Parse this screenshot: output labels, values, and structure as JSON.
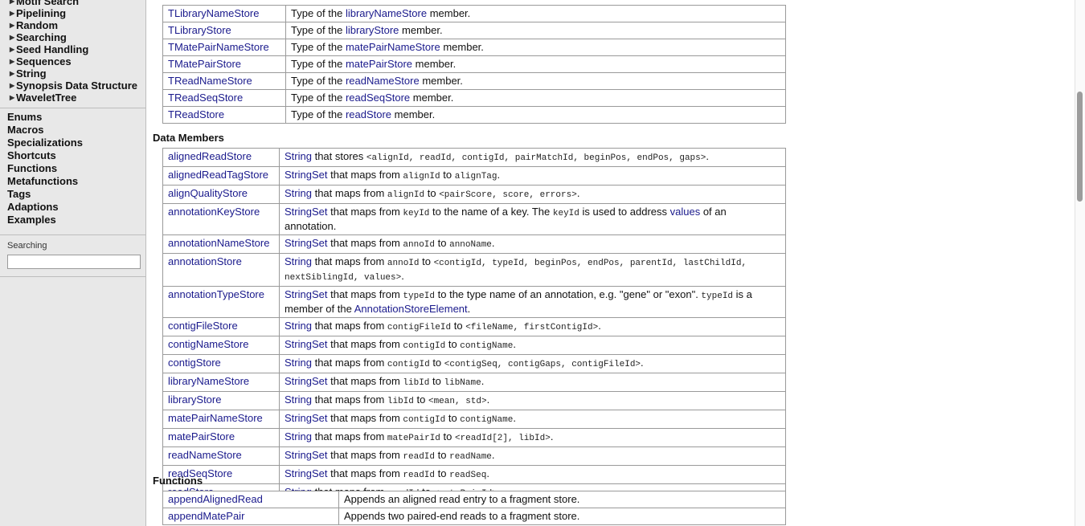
{
  "sidebar": {
    "tree": [
      {
        "label": "Motif Search"
      },
      {
        "label": "Pipelining"
      },
      {
        "label": "Random"
      },
      {
        "label": "Searching"
      },
      {
        "label": "Seed Handling"
      },
      {
        "label": "Sequences"
      },
      {
        "label": "String"
      },
      {
        "label": "Synopsis Data Structure"
      },
      {
        "label": "WaveletTree"
      }
    ],
    "categories": [
      "Enums",
      "Macros",
      "Specializations",
      "Shortcuts",
      "Functions",
      "Metafunctions",
      "Tags",
      "Adaptions",
      "Examples"
    ],
    "search": {
      "label": "Searching",
      "value": ""
    }
  },
  "typedefs_rows": [
    {
      "name": "TLibraryNameStore",
      "pre": "Type of the ",
      "link": "libraryNameStore",
      "post": " member."
    },
    {
      "name": "TLibraryStore",
      "pre": "Type of the ",
      "link": "libraryStore",
      "post": " member."
    },
    {
      "name": "TMatePairNameStore",
      "pre": "Type of the ",
      "link": "matePairNameStore",
      "post": " member."
    },
    {
      "name": "TMatePairStore",
      "pre": "Type of the ",
      "link": "matePairStore",
      "post": " member."
    },
    {
      "name": "TReadNameStore",
      "pre": "Type of the ",
      "link": "readNameStore",
      "post": " member."
    },
    {
      "name": "TReadSeqStore",
      "pre": "Type of the ",
      "link": "readSeqStore",
      "post": " member."
    },
    {
      "name": "TReadStore",
      "pre": "Type of the ",
      "link": "readStore",
      "post": " member."
    }
  ],
  "data_members_title": "Data Members",
  "data_members": [
    {
      "name": "alignedReadStore",
      "type": "String",
      "text1": " that stores ",
      "code1": "<alignId, readId, contigId, pairMatchId, beginPos, endPos, gaps>",
      "text2": ".",
      "code2": "",
      "text3": ""
    },
    {
      "name": "alignedReadTagStore",
      "type": "StringSet",
      "text1": " that maps from ",
      "code1": "alignId",
      "text2": " to ",
      "code2": "alignTag",
      "text3": "."
    },
    {
      "name": "alignQualityStore",
      "type": "String",
      "text1": " that maps from ",
      "code1": "alignId",
      "text2": " to ",
      "code2": "<pairScore, score, errors>",
      "text3": "."
    },
    {
      "name": "annotationKeyStore",
      "type": "StringSet",
      "text1": " that maps from ",
      "code1": "keyId",
      "text2": " to the name of a key. The ",
      "code2": "keyId",
      "text3": " is used to address ",
      "link": "values",
      "text4": " of an annotation."
    },
    {
      "name": "annotationNameStore",
      "type": "StringSet",
      "text1": " that maps from ",
      "code1": "annoId",
      "text2": " to ",
      "code2": "annoName",
      "text3": "."
    },
    {
      "name": "annotationStore",
      "type": "String",
      "text1": " that maps from ",
      "code1": "annoId",
      "text2": " to ",
      "code2": "<contigId, typeId, beginPos, endPos, parentId, lastChildId, nextSiblingId, values>",
      "text3": "."
    },
    {
      "name": "annotationTypeStore",
      "type": "StringSet",
      "text1": " that maps from ",
      "code1": "typeId",
      "text2": " to the type name of an annotation, e.g. \"gene\" or \"exon\". ",
      "code2": "typeId",
      "text3": " is a member of the ",
      "link": "AnnotationStoreElement",
      "text4": "."
    },
    {
      "name": "contigFileStore",
      "type": "String",
      "text1": " that maps from ",
      "code1": "contigFileId",
      "text2": " to ",
      "code2": "<fileName, firstContigId>",
      "text3": "."
    },
    {
      "name": "contigNameStore",
      "type": "StringSet",
      "text1": " that maps from ",
      "code1": "contigId",
      "text2": " to ",
      "code2": "contigName",
      "text3": "."
    },
    {
      "name": "contigStore",
      "type": "String",
      "text1": " that maps from ",
      "code1": "contigId",
      "text2": " to ",
      "code2": "<contigSeq, contigGaps, contigFileId>",
      "text3": "."
    },
    {
      "name": "libraryNameStore",
      "type": "StringSet",
      "text1": " that maps from ",
      "code1": "libId",
      "text2": " to ",
      "code2": "libName",
      "text3": "."
    },
    {
      "name": "libraryStore",
      "type": "String",
      "text1": " that maps from ",
      "code1": "libId",
      "text2": " to ",
      "code2": "<mean, std>",
      "text3": "."
    },
    {
      "name": "matePairNameStore",
      "type": "StringSet",
      "text1": " that maps from ",
      "code1": "contigId",
      "text2": " to ",
      "code2": "contigName",
      "text3": "."
    },
    {
      "name": "matePairStore",
      "type": "String",
      "text1": " that maps from ",
      "code1": "matePairId",
      "text2": " to ",
      "code2": "<readId[2], libId>",
      "text3": "."
    },
    {
      "name": "readNameStore",
      "type": "StringSet",
      "text1": " that maps from ",
      "code1": "readId",
      "text2": " to ",
      "code2": "readName",
      "text3": "."
    },
    {
      "name": "readSeqStore",
      "type": "StringSet",
      "text1": " that maps from ",
      "code1": "readId",
      "text2": " to ",
      "code2": "readSeq",
      "text3": "."
    },
    {
      "name": "readStore",
      "type": "String",
      "text1": " that maps from ",
      "code1": "readId",
      "text2": " to ",
      "code2": "<matePairId>",
      "text3": "."
    }
  ],
  "functions_title": "Functions",
  "functions": [
    {
      "name": "appendAlignedRead",
      "desc": "Appends an aligned read entry to a fragment store."
    },
    {
      "name": "appendMatePair",
      "desc": "Appends two paired-end reads to a fragment store."
    }
  ]
}
